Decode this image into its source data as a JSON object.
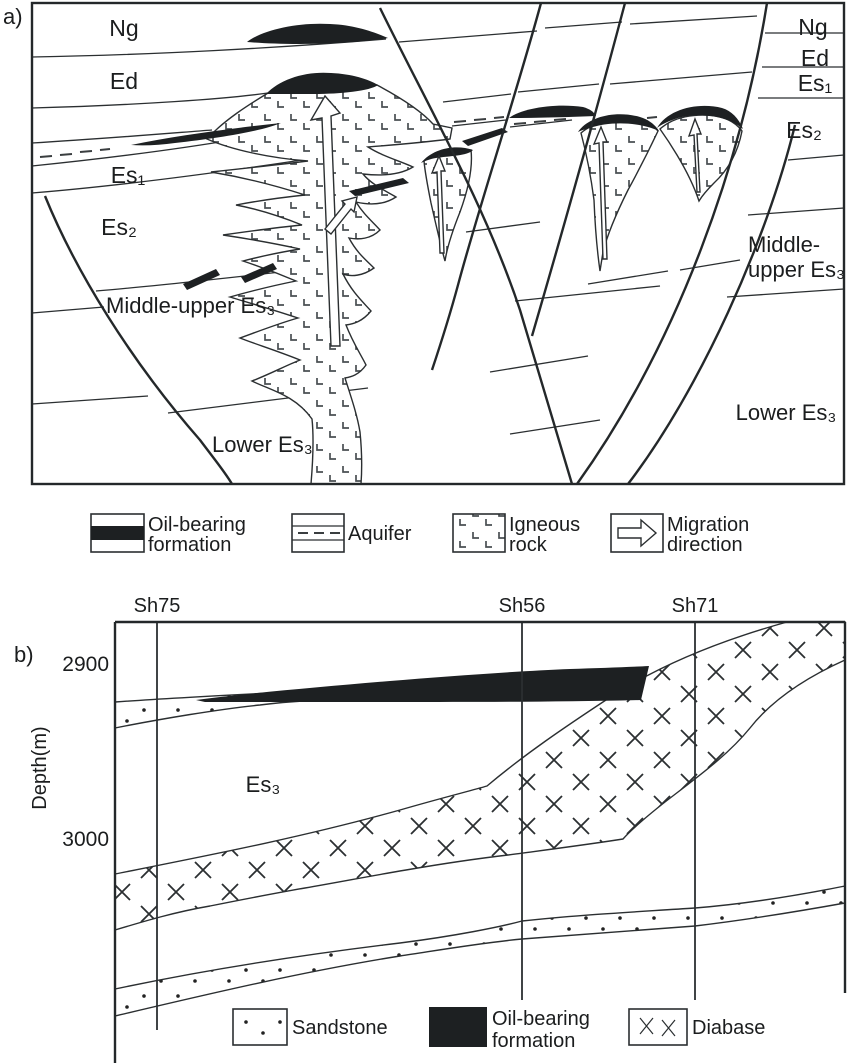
{
  "figure_colors": {
    "ink": "#1d2022",
    "paper": "#ffffff"
  },
  "a": {
    "tag": "a)",
    "ng_left": "Ng",
    "ed_left": "Ed",
    "es1_left": "Es₁",
    "es2_left": "Es₂",
    "mid_es3_left": "Middle-upper Es₃",
    "lower_es3_left": "Lower Es₃",
    "ng_right": "Ng",
    "ed_right": "Ed",
    "es1_right": "Es₁",
    "es2_right": "Es₂",
    "mid_right_1": "Middle-",
    "mid_right_2": "upper Es₃",
    "lower_es3_right": "Lower Es₃",
    "legend": {
      "oil_1": "Oil-bearing",
      "oil_2": "formation",
      "aquifer": "Aquifer",
      "igneous_1": "Igneous",
      "igneous_2": "rock",
      "migration_1": "Migration",
      "migration_2": "direction"
    }
  },
  "b": {
    "tag": "b)",
    "well_1": "Sh75",
    "well_2": "Sh56",
    "well_3": "Sh71",
    "depth_label": "Depth(m)",
    "tick_2900": "2900",
    "tick_3000": "3000",
    "es3": "Es₃",
    "legend": {
      "sandstone": "Sandstone",
      "oil_1": "Oil-bearing",
      "oil_2": "formation",
      "diabase": "Diabase"
    }
  }
}
